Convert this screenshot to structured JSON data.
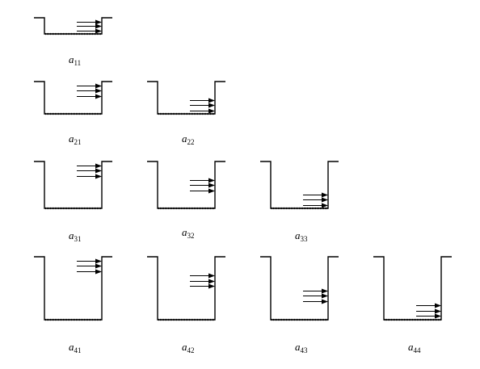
{
  "diagrams": [
    {
      "label": "a",
      "sub": "11",
      "row": 1,
      "col": 1,
      "depth": 1,
      "arrow_level": 1
    },
    {
      "label": "a",
      "sub": "21",
      "row": 2,
      "col": 1,
      "depth": 2,
      "arrow_level": 1
    },
    {
      "label": "a",
      "sub": "22",
      "row": 2,
      "col": 2,
      "depth": 2,
      "arrow_level": 2
    },
    {
      "label": "a",
      "sub": "31",
      "row": 3,
      "col": 1,
      "depth": 3,
      "arrow_level": 1
    },
    {
      "label": "a",
      "sub": "32",
      "row": 3,
      "col": 2,
      "depth": 3,
      "arrow_level": 2
    },
    {
      "label": "a",
      "sub": "33",
      "row": 3,
      "col": 3,
      "depth": 3,
      "arrow_level": 3
    },
    {
      "label": "a",
      "sub": "41",
      "row": 4,
      "col": 1,
      "depth": 4,
      "arrow_level": 1
    },
    {
      "label": "a",
      "sub": "42",
      "row": 4,
      "col": 2,
      "depth": 4,
      "arrow_level": 2
    },
    {
      "label": "a",
      "sub": "43",
      "row": 4,
      "col": 3,
      "depth": 4,
      "arrow_level": 3
    },
    {
      "label": "a",
      "sub": "44",
      "row": 4,
      "col": 4,
      "depth": 4,
      "arrow_level": 4
    }
  ]
}
